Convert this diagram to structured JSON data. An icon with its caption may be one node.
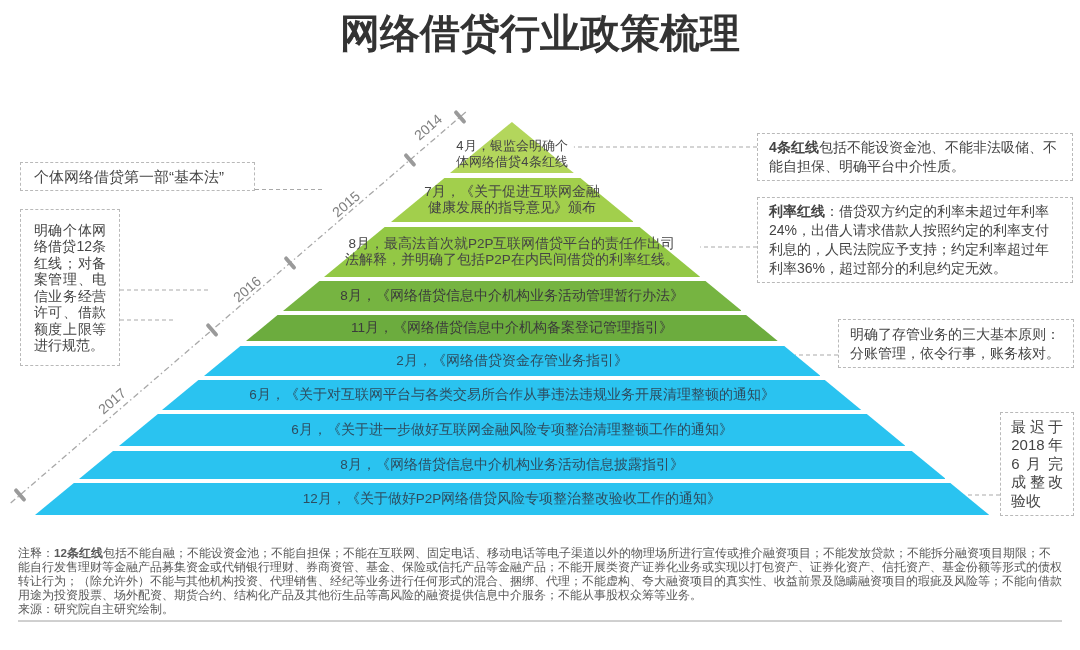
{
  "diagram": {
    "title": "网络借贷行业政策梳理",
    "nodes": [
      {
        "text": [
          "4月，银监会明确个体网络借贷4条红线"
        ]
      },
      {
        "text": [
          "7月，《关于促进互联网金融健康发展的指导意见》颁布"
        ]
      },
      {
        "text": [
          "8月，最高法首次就P2P互联网借贷平台的责任作出司法解释，并明确了包括P2P在内民间借贷的利率红线。"
        ]
      },
      {
        "text": [
          "8月，《网络借贷信息中介机构业务活动管理暂行办法》"
        ]
      },
      {
        "text": [
          "11月，《网络借贷信息中介机构备案登记管理指引》"
        ]
      },
      {
        "text": [
          "2月，《网络借贷资金存管业务指引》"
        ]
      },
      {
        "text": [
          "6月，《关于对互联网平台与各类交易所合作从事违法违规业务开展清理整顿的通知》"
        ]
      },
      {
        "text": [
          "6月，《关于进一步做好互联网金融风险专项整治清理整顿工作的通知》"
        ]
      },
      {
        "text": [
          "8月，《网络借贷信息中介机构业务活动信息披露指引》"
        ]
      },
      {
        "text": [
          "12月，《关于做好P2P网络借贷风险专项整治整改验收工作的通知》"
        ]
      },
      {
        "text": [
          "个体网络借贷第一部“基本法”"
        ]
      },
      {
        "text": [
          "明确个体网络借贷12条红线；对备案管理、电信业务经营许可、借款额度上限等进行规范。"
        ]
      },
      {
        "text": [
          "**4条红线**包括不能设资金池、不能非法吸储、不能自担保、明确平台中介性质。"
        ]
      },
      {
        "text": [
          "**利率红线**：借贷双方约定的利率未超过年利率24%，出借人请求借款人按照约定的利率支付利息的，人民法院应予支持；约定利率超过年利率36%，超过部分的利息约定无效。"
        ]
      },
      {
        "text": [
          "明确了存管业务的三大基本原则：分账管理，依令行事，账务核对。"
        ]
      },
      {
        "text": [
          "最迟于2018年6月完成整改验收"
        ]
      }
    ],
    "edges": [
      {
        "from": 10,
        "to": null,
        "arrow": "none",
        "style": "dashed"
      },
      {
        "from": 11,
        "to": null,
        "arrow": "none",
        "style": "dashed"
      },
      {
        "from": 11,
        "to": null,
        "arrow": "none",
        "style": "dashed"
      },
      {
        "from": 12,
        "to": 0,
        "arrow": "none",
        "style": "dashed"
      },
      {
        "from": 13,
        "to": 2,
        "arrow": "none",
        "style": "dashed"
      },
      {
        "from": 14,
        "to": 5,
        "arrow": "none",
        "style": "dashed"
      },
      {
        "from": 15,
        "to": 9,
        "arrow": "none",
        "style": "dashed"
      }
    ],
    "labels": [
      "2014",
      "2015",
      "2016",
      "2017",
      "注释：**12条红线**包括不能自融；不能设资金池；不能自担保；不能在互联网、固定电话、移动电话等电子渠道以外的物理场所进行宣传或推介融资项目；不能发放贷款；不能拆分融资项目期限；不能自行发售理财等金融产品募集资金或代销银行理财、券商资管、基金、保险或信托产品等金融产品；不能开展类资产证券化业务或实现以打包资产、证券化资产、信托资产、基金份额等形式的债权转让行为；（除允许外）不能与其他机构投资、代理销售、经纪等业务进行任何形式的混合、捆绑、代理；不能虚构、夸大融资项目的真实性、收益前景及隐瞒融资项目的瑕疵及风险等；不能向借款用途为投资股票、场外配资、期货合约、结构化产品及其他衍生品等高风险的融资提供信息中介服务；不能从事股权众筹等业务。",
      "来源：研究院自主研究绘制。"
    ]
  }
}
